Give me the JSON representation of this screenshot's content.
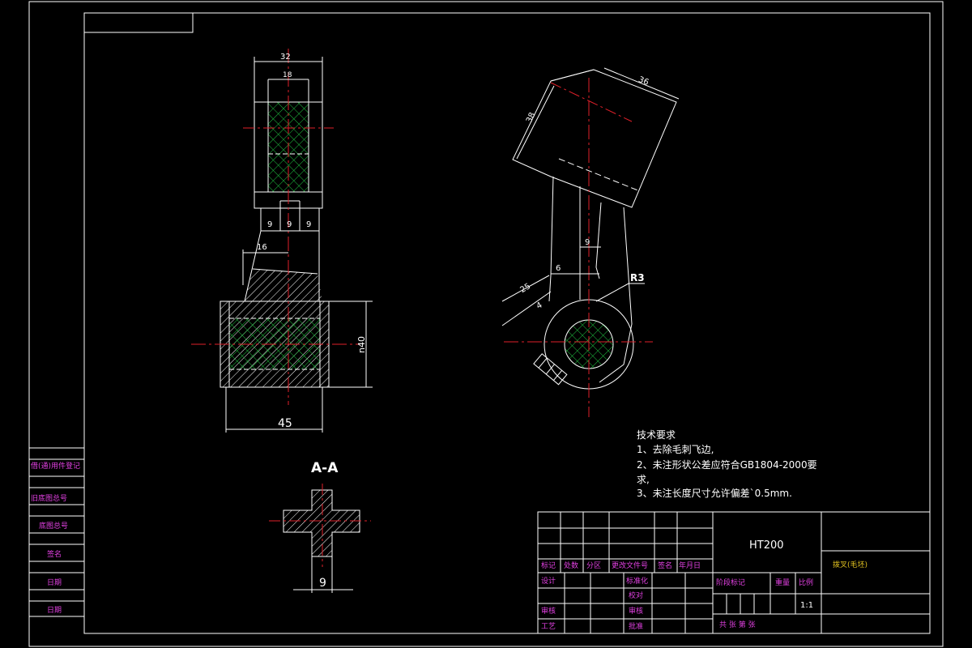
{
  "dimensions": {
    "top_width": "32",
    "inner_width": "18",
    "gap_left": "9",
    "gap_mid": "9",
    "gap_right": "9",
    "taper": "16",
    "height": "n40",
    "base_width": "45",
    "tilt_width": "36",
    "tilt_height": "38",
    "arm_width": "9",
    "arm_offset": "6",
    "slot_len": "25",
    "slot_w": "4",
    "radius": "R3",
    "section_width": "9"
  },
  "section_label": "A-A",
  "requirements": {
    "title": "技术要求",
    "line1": "1、去除毛刺飞边,",
    "line2": "2、未注形状公差应符合GB1804-2000要",
    "line3": "求,",
    "line4": "3、未注长度尺寸允许偏差`0.5mm."
  },
  "side_column": [
    "借(通)用件登记",
    "旧底图总号",
    "底图总号",
    "签名",
    "日期",
    "日期"
  ],
  "title_block": {
    "material": "HT200",
    "part_name": "拨叉(毛坯)",
    "scale": "1:1",
    "labels": {
      "mark": "标记",
      "count": "处数",
      "zone": "分区",
      "change_doc": "更改文件号",
      "signature": "签名",
      "date": "年月日",
      "design": "设计",
      "standardize": "标准化",
      "proofread": "校对",
      "review": "审核",
      "craft": "工艺",
      "approve": "批准",
      "stage_mark": "阶段标记",
      "weight": "重量",
      "ratio": "比例",
      "sheets": "共  张  第  张"
    }
  },
  "colors": {
    "background": "#000000",
    "line": "#ffffff",
    "center": "#e0202a",
    "hatch": "#20c040",
    "annotation": "#e040e0"
  }
}
